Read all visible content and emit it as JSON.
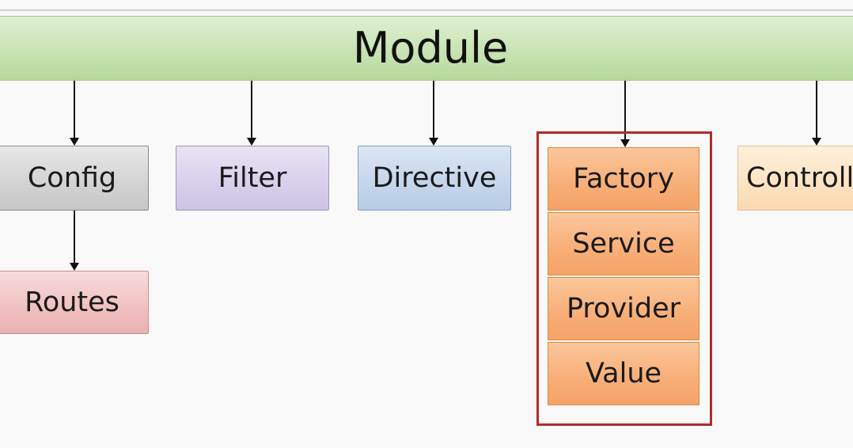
{
  "module": {
    "title": "Module"
  },
  "nodes": {
    "config": "Config",
    "filter": "Filter",
    "directive": "Directive",
    "routes": "Routes",
    "controller": "Controll"
  },
  "service_group": {
    "items": [
      "Factory",
      "Service",
      "Provider",
      "Value"
    ]
  },
  "colors": {
    "module_fill": "#c8e3b3",
    "config_fill": "#d4d4d4",
    "filter_fill": "#d9d1ec",
    "directive_fill": "#c6d7ec",
    "routes_fill": "#f1c2c2",
    "controller_fill": "#fde4c4",
    "service_fill": "#f8b07a",
    "highlight_border": "#b22a2a"
  }
}
